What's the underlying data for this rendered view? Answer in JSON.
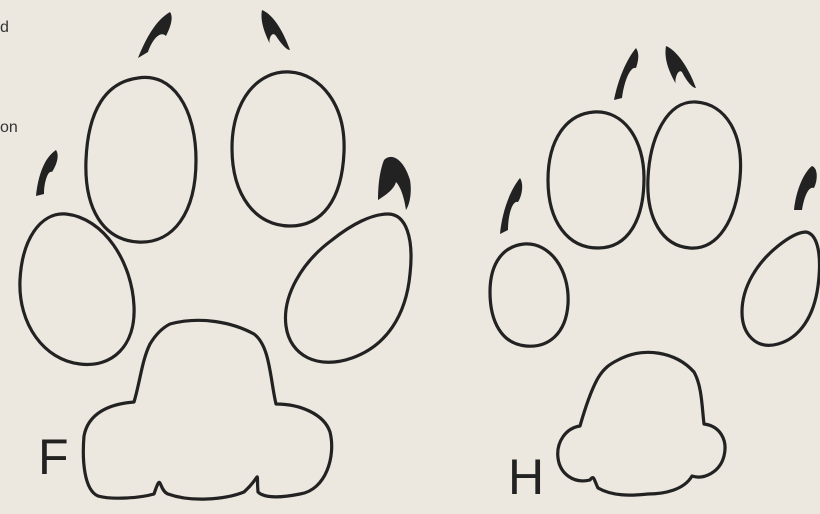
{
  "figure": {
    "background_color": "#ece7df",
    "ink_color": "#222222",
    "edge_text": [
      "d",
      "on"
    ],
    "labels": {
      "front": "F",
      "hind": "H"
    }
  }
}
